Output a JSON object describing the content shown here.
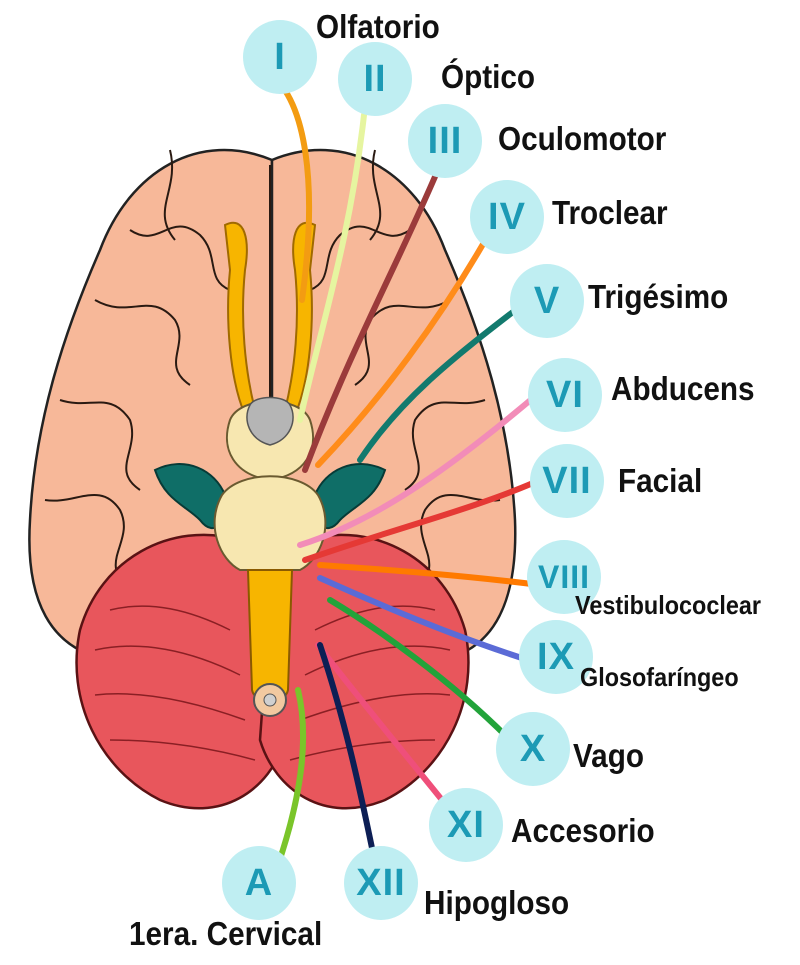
{
  "nerves": [
    {
      "numeral": "I",
      "name": "Olfatorio",
      "color": "#f39c12"
    },
    {
      "numeral": "II",
      "name": "Óptico",
      "color": "#e6f5a0"
    },
    {
      "numeral": "III",
      "name": "Oculomotor",
      "color": "#9b3b3b"
    },
    {
      "numeral": "IV",
      "name": "Troclear",
      "color": "#ff8c1a"
    },
    {
      "numeral": "V",
      "name": "Trigésimo",
      "color": "#127a6e"
    },
    {
      "numeral": "VI",
      "name": "Abducens",
      "color": "#f28cb8"
    },
    {
      "numeral": "VII",
      "name": "Facial",
      "color": "#e53935"
    },
    {
      "numeral": "VIII",
      "name": "Vestibulococlear",
      "color": "#ff7a00"
    },
    {
      "numeral": "IX",
      "name": "Glosofaríngeo",
      "color": "#5b6bd6"
    },
    {
      "numeral": "X",
      "name": "Vago",
      "color": "#22a33a"
    },
    {
      "numeral": "XI",
      "name": "Accesorio",
      "color": "#ef4f7a"
    },
    {
      "numeral": "XII",
      "name": "Hipogloso",
      "color": "#0d1f55"
    },
    {
      "numeral": "A",
      "name": "1era. Cervical",
      "color": "#7ac52a"
    }
  ],
  "colors": {
    "badge_fill": "#bfeef2",
    "badge_text": "#1c9ab5",
    "cerebrum": "#f7b899",
    "cerebellum": "#e8565c",
    "olfactory_tract": "#f7b500",
    "temporal_pole": "#0f6e67",
    "brainstem": "#f7e7b0"
  }
}
